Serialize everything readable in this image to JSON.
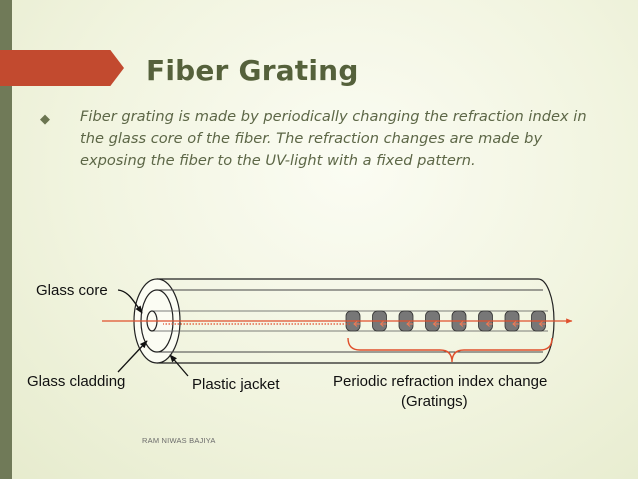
{
  "slide": {
    "title": "Fiber Grating",
    "bullet_icon": "diamond-bullet-icon",
    "body": "Fiber grating is made by periodically changing the refraction index in the glass core of the fiber. The refraction changes are made by exposing the fiber to the UV-light with a fixed pattern."
  },
  "diagram": {
    "labels": {
      "glass_core": "Glass core",
      "glass_cladding": "Glass cladding",
      "plastic_jacket": "Plastic jacket",
      "gratings_line1": "Periodic refraction index change",
      "gratings_line2": "(Gratings)"
    },
    "grating_count": 8
  },
  "footer": {
    "author": "RAM NIWAS BAJIYA"
  },
  "colors": {
    "accent_band": "#c24a2f",
    "title": "#55613b",
    "sidebar": "#707a58",
    "ray": "#e0502c"
  }
}
